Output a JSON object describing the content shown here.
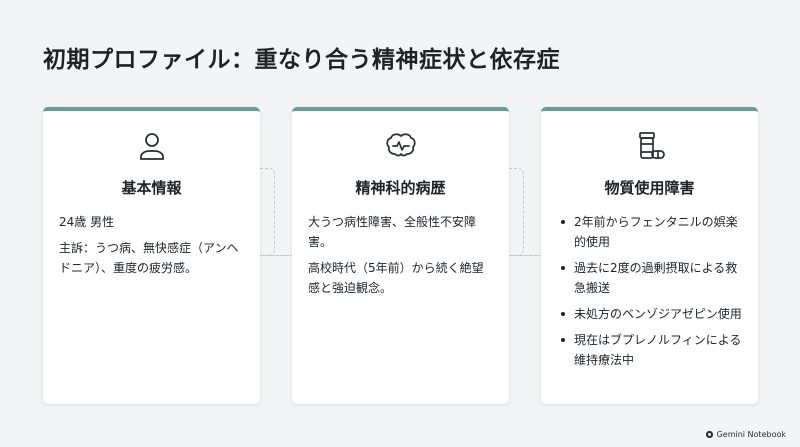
{
  "title": "初期プロファイル：重なり合う精神症状と依存症",
  "cards": [
    {
      "icon": "person-icon",
      "title": "基本情報",
      "paragraphs": [
        "24歳 男性",
        "主訴：うつ病、無快感症（アンヘドニア）、重度の疲労感。"
      ]
    },
    {
      "icon": "brain-icon",
      "title": "精神科的病歴",
      "paragraphs": [
        "大うつ病性障害、全般性不安障害。",
        "高校時代（5年前）から続く絶望感と強迫観念。"
      ]
    },
    {
      "icon": "pill-bottle-icon",
      "title": "物質使用障害",
      "bullets": [
        "2年前からフェンタニルの娯楽的使用",
        "過去に2度の過剰摂取による救急搬送",
        "未処方のベンゾジアゼピン使用",
        "現在はブプレノルフィンによる維持療法中"
      ]
    }
  ],
  "watermark": "Gemini Notebook",
  "colors": {
    "accent": "#6b9c93",
    "background": "#f2f4f6",
    "card": "#ffffff"
  }
}
